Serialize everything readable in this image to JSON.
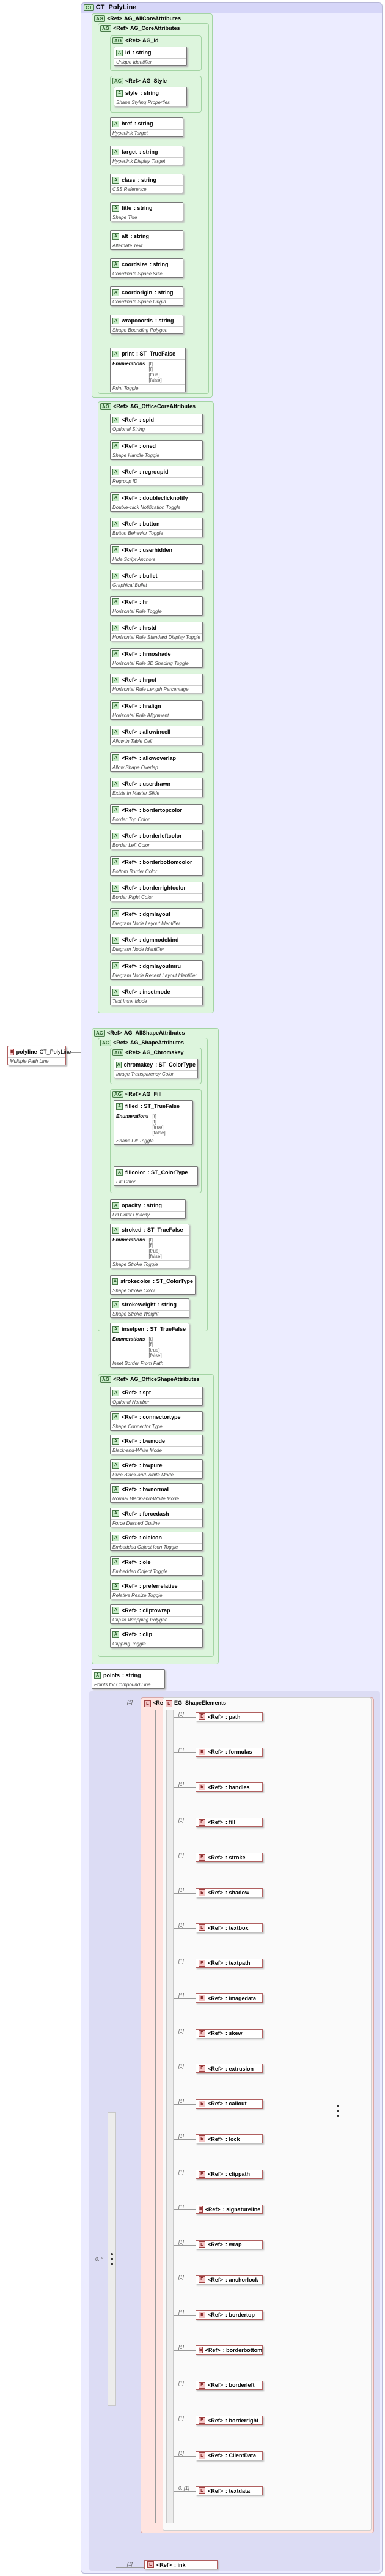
{
  "root": {
    "tag": "E",
    "name": "polyline",
    "type": "CT_PolyLine",
    "desc": "Multiple Path Line"
  },
  "ctype": {
    "tag": "CT",
    "name": "CT_PolyLine"
  },
  "grp1": {
    "tag": "AG",
    "ref": "<Ref>",
    "name": "AG_AllCoreAttributes",
    "inner": {
      "ref": "<Ref>",
      "name": "AG_CoreAttributes"
    },
    "id": {
      "ref": "<Ref>",
      "name": "AG_Id",
      "attr": "id",
      "type": ": string",
      "desc": "Unique Identifier"
    },
    "style": {
      "ref": "<Ref>",
      "name": "AG_Style",
      "attr": "style",
      "type": ": string",
      "desc": "Shape Styling Properties"
    },
    "attrs": [
      {
        "name": "href",
        "type": ": string",
        "desc": "Hyperlink Target"
      },
      {
        "name": "target",
        "type": ": string",
        "desc": "Hyperlink Display Target"
      },
      {
        "name": "class",
        "type": ": string",
        "desc": "CSS Reference"
      },
      {
        "name": "title",
        "type": ": string",
        "desc": "Shape Title"
      },
      {
        "name": "alt",
        "type": ": string",
        "desc": "Alternate Text"
      },
      {
        "name": "coordsize",
        "type": ": string",
        "desc": "Coordinate Space Size"
      },
      {
        "name": "coordorigin",
        "type": ": string",
        "desc": "Coordinate Space Origin"
      },
      {
        "name": "wrapcoords",
        "type": ": string",
        "desc": "Shape Bounding Polygon"
      }
    ],
    "print": {
      "name": "print",
      "type": ": ST_TrueFalse",
      "enumLabel": "Enumerations",
      "vals": [
        "[t]",
        "[f]",
        "[true]",
        "[false]"
      ],
      "desc": "Print Toggle"
    }
  },
  "grp2": {
    "tag": "AG",
    "ref": "<Ref>",
    "name": "AG_OfficeCoreAttributes",
    "items": [
      {
        "ref": "<Ref>",
        "name": ": spid",
        "desc": "Optional String"
      },
      {
        "ref": "<Ref>",
        "name": ": oned",
        "desc": "Shape Handle Toggle"
      },
      {
        "ref": "<Ref>",
        "name": ": regroupid",
        "desc": "Regroup ID"
      },
      {
        "ref": "<Ref>",
        "name": ": doubleclicknotify",
        "desc": "Double-click Notification Toggle"
      },
      {
        "ref": "<Ref>",
        "name": ": button",
        "desc": "Button Behavior Toggle"
      },
      {
        "ref": "<Ref>",
        "name": ": userhidden",
        "desc": "Hide Script Anchors"
      },
      {
        "ref": "<Ref>",
        "name": ": bullet",
        "desc": "Graphical Bullet"
      },
      {
        "ref": "<Ref>",
        "name": ": hr",
        "desc": "Horizontal Rule Toggle"
      },
      {
        "ref": "<Ref>",
        "name": ": hrstd",
        "desc": "Horizontal Rule Standard Display Toggle"
      },
      {
        "ref": "<Ref>",
        "name": ": hrnoshade",
        "desc": "Horizontal Rule 3D Shading Toggle"
      },
      {
        "ref": "<Ref>",
        "name": ": hrpct",
        "desc": "Horizontal Rule Length Percentage"
      },
      {
        "ref": "<Ref>",
        "name": ": hralign",
        "desc": "Horizontal Rule Alignment"
      },
      {
        "ref": "<Ref>",
        "name": ": allowincell",
        "desc": "Allow in Table Cell"
      },
      {
        "ref": "<Ref>",
        "name": ": allowoverlap",
        "desc": "Allow Shape Overlap"
      },
      {
        "ref": "<Ref>",
        "name": ": userdrawn",
        "desc": "Exists In Master Slide"
      },
      {
        "ref": "<Ref>",
        "name": ": bordertopcolor",
        "desc": "Border Top Color"
      },
      {
        "ref": "<Ref>",
        "name": ": borderleftcolor",
        "desc": "Border Left Color"
      },
      {
        "ref": "<Ref>",
        "name": ": borderbottomcolor",
        "desc": "Bottom Border Color"
      },
      {
        "ref": "<Ref>",
        "name": ": borderrightcolor",
        "desc": "Border Right Color"
      },
      {
        "ref": "<Ref>",
        "name": ": dgmlayout",
        "desc": "Diagram Node Layout Identifier"
      },
      {
        "ref": "<Ref>",
        "name": ": dgmnodekind",
        "desc": "Diagram Node Identifier"
      },
      {
        "ref": "<Ref>",
        "name": ": dgmlayoutmru",
        "desc": "Diagram Node Recent Layout Identifier"
      },
      {
        "ref": "<Ref>",
        "name": ": insetmode",
        "desc": "Text Inset Mode"
      }
    ]
  },
  "grp3": {
    "tag": "AG",
    "ref": "<Ref>",
    "name": "AG_AllShapeAttributes",
    "inner": {
      "ref": "<Ref>",
      "name": "AG_ShapeAttributes"
    },
    "chroma": {
      "ref": "<Ref>",
      "name": "AG_Chromakey",
      "attr": "chromakey",
      "type": ": ST_ColorType",
      "desc": "Image Transparency Color"
    },
    "fill": {
      "ref": "<Ref>",
      "name": "AG_Fill",
      "attr": "filled",
      "type": ": ST_TrueFalse",
      "enumLabel": "Enumerations",
      "vals": [
        "[t]",
        "[f]",
        "[true]",
        "[false]"
      ],
      "desc": "Shape Fill Toggle",
      "attr2": "fillcolor",
      "type2": ": ST_ColorType",
      "desc2": "Fill Color"
    },
    "opacity": {
      "name": "opacity",
      "type": ": string",
      "desc": "Fill Color Opacity"
    },
    "stroked": {
      "name": "stroked",
      "type": ": ST_TrueFalse",
      "enumLabel": "Enumerations",
      "vals": [
        "[t]",
        "[f]",
        "[true]",
        "[false]"
      ],
      "desc": "Shape Stroke Toggle"
    },
    "strokecolor": {
      "name": "strokecolor",
      "type": ": ST_ColorType",
      "desc": "Shape Stroke Color"
    },
    "strokeweight": {
      "name": "strokeweight",
      "type": ": string",
      "desc": "Shape Stroke Weight"
    },
    "insetpen": {
      "name": "insetpen",
      "type": ": ST_TrueFalse",
      "enumLabel": "Enumerations",
      "vals": [
        "[t]",
        "[f]",
        "[true]",
        "[false]"
      ],
      "desc": "Inset Border From Path"
    }
  },
  "grp4": {
    "tag": "AG",
    "ref": "<Ref>",
    "name": "AG_OfficeShapeAttributes",
    "items": [
      {
        "ref": "<Ref>",
        "name": ": spt",
        "desc": "Optional Number"
      },
      {
        "ref": "<Ref>",
        "name": ": connectortype",
        "desc": "Shape Connector Type"
      },
      {
        "ref": "<Ref>",
        "name": ": bwmode",
        "desc": "Black-and-White Mode"
      },
      {
        "ref": "<Ref>",
        "name": ": bwpure",
        "desc": "Pure Black-and-White Mode"
      },
      {
        "ref": "<Ref>",
        "name": ": bwnormal",
        "desc": "Normal Black-and-White Mode"
      },
      {
        "ref": "<Ref>",
        "name": ": forcedash",
        "desc": "Force Dashed Outline"
      },
      {
        "ref": "<Ref>",
        "name": ": oleicon",
        "desc": "Embedded Object Icon Toggle"
      },
      {
        "ref": "<Ref>",
        "name": ": ole",
        "desc": "Embedded Object Toggle"
      },
      {
        "ref": "<Ref>",
        "name": ": preferrelative",
        "desc": "Relative Resize Toggle"
      },
      {
        "ref": "<Ref>",
        "name": ": cliptowrap",
        "desc": "Clip to Wrapping Polygon"
      },
      {
        "ref": "<Ref>",
        "name": ": clip",
        "desc": "Clipping Toggle"
      }
    ]
  },
  "points": {
    "name": "points",
    "type": ": string",
    "desc": "Points for Compound Line"
  },
  "choiceMult": "0..*",
  "shapeElements": {
    "mult": "[1]",
    "ref": "<Ref>",
    "name": "EG_ShapeElements",
    "tag": "E",
    "items": [
      {
        "mult": "[1]",
        "ref": "<Ref>",
        "name": ": path"
      },
      {
        "mult": "[1]",
        "ref": "<Ref>",
        "name": ": formulas"
      },
      {
        "mult": "[1]",
        "ref": "<Ref>",
        "name": ": handles"
      },
      {
        "mult": "[1]",
        "ref": "<Ref>",
        "name": ": fill"
      },
      {
        "mult": "[1]",
        "ref": "<Ref>",
        "name": ": stroke"
      },
      {
        "mult": "[1]",
        "ref": "<Ref>",
        "name": ": shadow"
      },
      {
        "mult": "[1]",
        "ref": "<Ref>",
        "name": ": textbox"
      },
      {
        "mult": "[1]",
        "ref": "<Ref>",
        "name": ": textpath"
      },
      {
        "mult": "[1]",
        "ref": "<Ref>",
        "name": ": imagedata"
      },
      {
        "mult": "[1]",
        "ref": "<Ref>",
        "name": ": skew"
      },
      {
        "mult": "[1]",
        "ref": "<Ref>",
        "name": ": extrusion"
      },
      {
        "mult": "[1]",
        "ref": "<Ref>",
        "name": ": callout"
      },
      {
        "mult": "[1]",
        "ref": "<Ref>",
        "name": ": lock"
      },
      {
        "mult": "[1]",
        "ref": "<Ref>",
        "name": ": clippath"
      },
      {
        "mult": "[1]",
        "ref": "<Ref>",
        "name": ": signatureline"
      },
      {
        "mult": "[1]",
        "ref": "<Ref>",
        "name": ": wrap"
      },
      {
        "mult": "[1]",
        "ref": "<Ref>",
        "name": ": anchorlock"
      },
      {
        "mult": "[1]",
        "ref": "<Ref>",
        "name": ": bordertop"
      },
      {
        "mult": "[1]",
        "ref": "<Ref>",
        "name": ": borderbottom"
      },
      {
        "mult": "[1]",
        "ref": "<Ref>",
        "name": ": borderleft"
      },
      {
        "mult": "[1]",
        "ref": "<Ref>",
        "name": ": borderright"
      },
      {
        "mult": "[1]",
        "ref": "<Ref>",
        "name": ": ClientData"
      },
      {
        "mult": "0..[1]",
        "ref": "<Ref>",
        "name": ": textdata"
      }
    ]
  },
  "ink": {
    "mult": "[1]",
    "ref": "<Ref>",
    "name": ": ink"
  }
}
